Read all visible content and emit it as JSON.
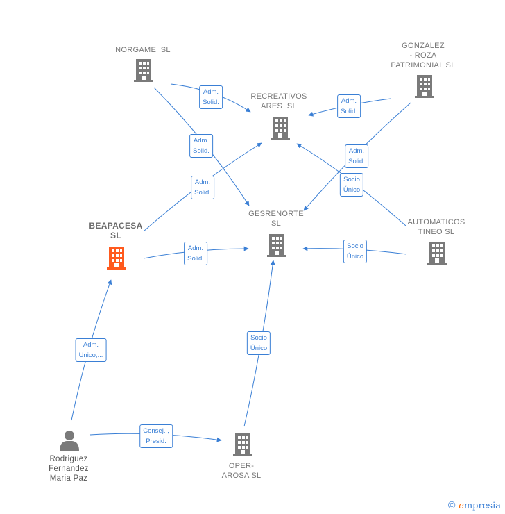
{
  "colors": {
    "edge": "#3a7fd5",
    "building": "#7a7a7a",
    "highlight": "#ff5a1e",
    "person": "#7a7a7a"
  },
  "nodes": {
    "norgame": {
      "label": "NORGAME  SL",
      "icon": "building-icon"
    },
    "gonzalez": {
      "label": "GONZALEZ\n- ROZA\nPATRIMONIAL SL",
      "icon": "building-icon"
    },
    "recreativos": {
      "label": "RECREATIVOS\nARES  SL",
      "icon": "building-icon"
    },
    "gesrenorte": {
      "label": "GESRENORTE\nSL",
      "icon": "building-icon"
    },
    "beapacesa": {
      "label": "BEAPACESA\nSL",
      "icon": "building-icon"
    },
    "automaticos": {
      "label": "AUTOMATICOS\nTINEO SL",
      "icon": "building-icon"
    },
    "operarosa": {
      "label": "OPER-\nAROSA SL",
      "icon": "building-icon"
    },
    "rodriguez": {
      "label": "Rodriguez\nFernandez\nMaria Paz",
      "icon": "person-icon"
    }
  },
  "edges": [
    {
      "id": "norgame-recreativos",
      "label": "Adm.\nSolid."
    },
    {
      "id": "norgame-gesrenorte",
      "label": "Adm.\nSolid."
    },
    {
      "id": "gonzalez-recreativos",
      "label": "Adm.\nSolid."
    },
    {
      "id": "gonzalez-gesrenorte",
      "label": "Adm.\nSolid."
    },
    {
      "id": "beapacesa-recreativos",
      "label": "Adm.\nSolid."
    },
    {
      "id": "automaticos-recreativos",
      "label": "Socio\nÚnico"
    },
    {
      "id": "beapacesa-gesrenorte",
      "label": "Adm.\nSolid."
    },
    {
      "id": "automaticos-gesrenorte",
      "label": "Socio\nÚnico"
    },
    {
      "id": "rodriguez-beapacesa",
      "label": "Adm.\nUnico,..."
    },
    {
      "id": "operarosa-gesrenorte",
      "label": "Socio\nÚnico"
    },
    {
      "id": "rodriguez-operarosa",
      "label": "Consej. ,\nPresid."
    }
  ],
  "brand": {
    "copyright": "©",
    "first_letter": "e",
    "rest": "mpresia"
  }
}
